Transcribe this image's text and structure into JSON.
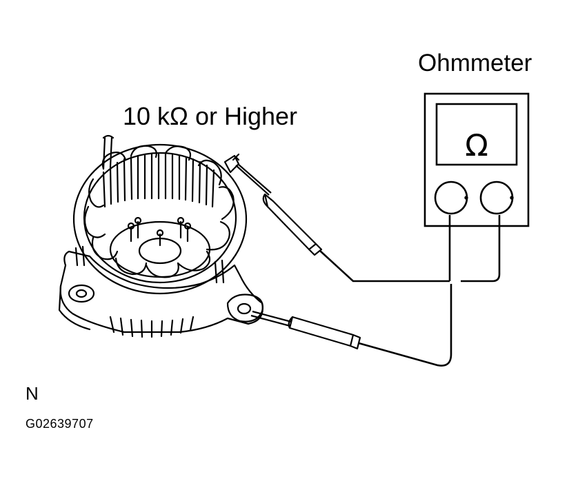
{
  "labels": {
    "spec": "10 kΩ or Higher",
    "meter_name": "Ohmmeter",
    "ohm_symbol": "Ω",
    "view_letter": "N",
    "figure_code": "G02639707"
  },
  "colors": {
    "line": "#000000",
    "background": "#ffffff"
  },
  "icons": [
    "ohmmeter-icon",
    "alternator-stator-icon",
    "test-probe-icon"
  ]
}
